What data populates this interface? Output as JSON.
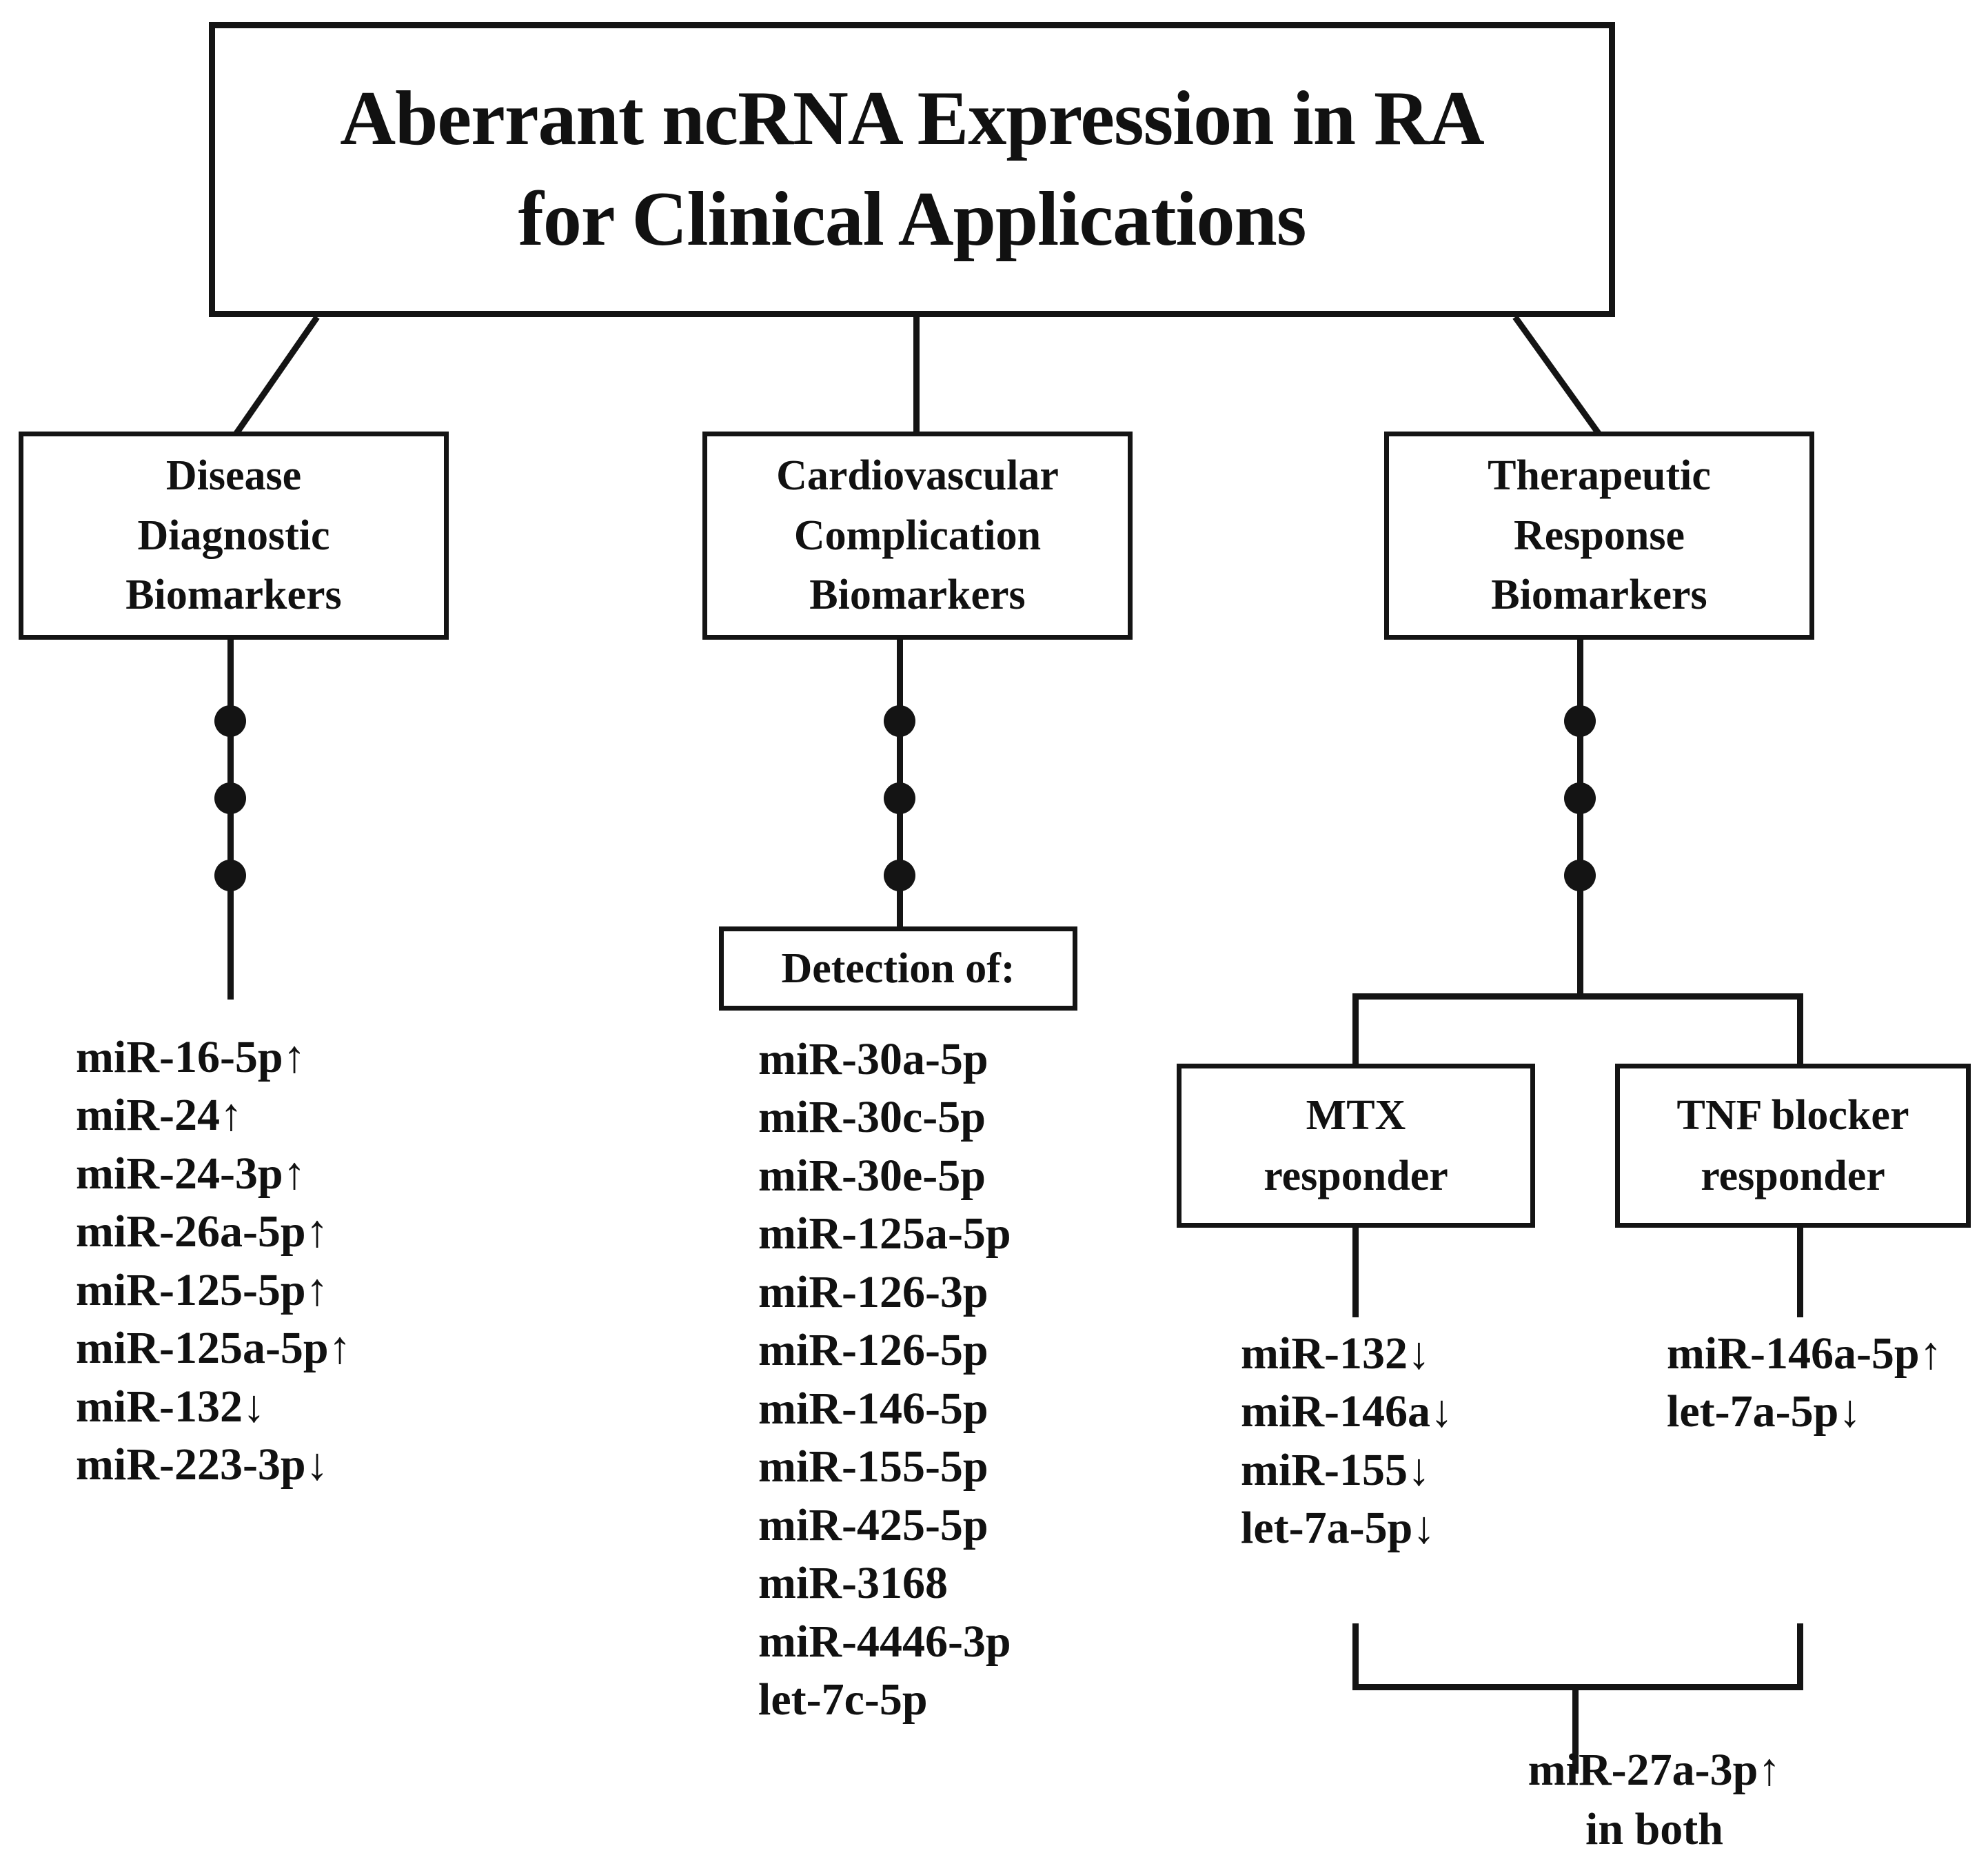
{
  "title": {
    "line1": "Aberrant ncRNA Expression in RA",
    "line2": "for Clinical Applications"
  },
  "categories": {
    "disease": {
      "line1": "Disease",
      "line2": "Diagnostic",
      "line3": "Biomarkers"
    },
    "cardio": {
      "line1": "Cardiovascular",
      "line2": "Complication",
      "line3": "Biomarkers"
    },
    "therapy": {
      "line1": "Therapeutic",
      "line2": "Response",
      "line3": "Biomarkers"
    }
  },
  "detection_box": {
    "label": "Detection of:"
  },
  "responders": {
    "mtx": {
      "line1": "MTX",
      "line2": "responder"
    },
    "tnf": {
      "line1": "TNF blocker",
      "line2": "responder"
    }
  },
  "lists": {
    "disease_biomarkers": [
      "miR-16-5p↑",
      "miR-24↑",
      "miR-24-3p↑",
      "miR-26a-5p↑",
      "miR-125-5p↑",
      "miR-125a-5p↑",
      "miR-132↓",
      "miR-223-3p↓"
    ],
    "cardiovascular_biomarkers": [
      "miR-30a-5p",
      "miR-30c-5p",
      "miR-30e-5p",
      "miR-125a-5p",
      "miR-126-3p",
      "miR-126-5p",
      "miR-146-5p",
      "miR-155-5p",
      "miR-425-5p",
      "miR-3168",
      "miR-4446-3p",
      "let-7c-5p"
    ],
    "mtx_responder_biomarkers": [
      "miR-132↓",
      "miR-146a↓",
      "miR-155↓",
      "let-7a-5p↓"
    ],
    "tnf_responder_biomarkers": [
      "miR-146a-5p↑",
      "let-7a-5p↓"
    ]
  },
  "shared": {
    "marker": "miR-27a-3p↑",
    "note": "in both"
  },
  "colors": {
    "stroke": "#141414",
    "background": "#ffffff",
    "text": "#111111"
  }
}
